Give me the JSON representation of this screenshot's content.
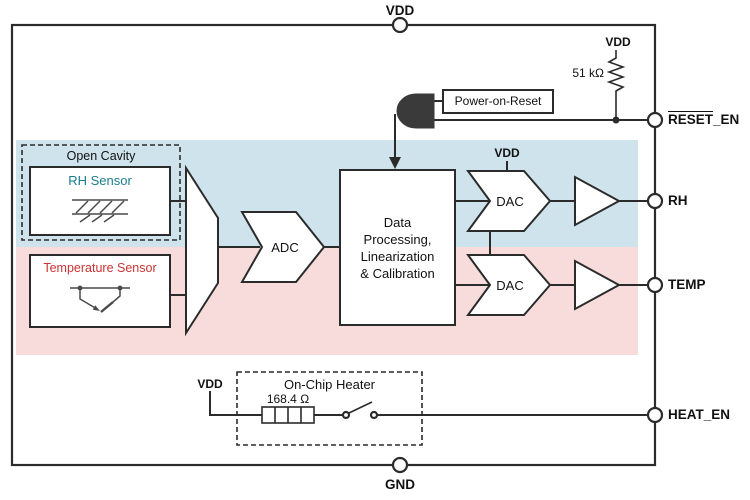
{
  "colors": {
    "band_rh": "#cfe3ec",
    "band_temp": "#f8dcdc",
    "teal": "#1b7e8f",
    "red": "#cc3333",
    "line": "#2b2b2b"
  },
  "pins": {
    "vdd_top": "VDD",
    "gnd": "GND",
    "reset_en_main": "RESET",
    "reset_en_suffix": "_EN",
    "rh": "RH",
    "temp": "TEMP",
    "heat_en": "HEAT_EN"
  },
  "por": {
    "label": "Power-on-Reset",
    "vdd_label": "VDD",
    "resistor_value": "51 kΩ"
  },
  "sensors": {
    "open_cavity_label": "Open Cavity",
    "rh_sensor_label": "RH Sensor",
    "temp_sensor_label": "Temperature Sensor"
  },
  "signal_chain": {
    "adc_label": "ADC",
    "processing_lines": [
      "Data",
      "Processing,",
      "Linearization",
      "& Calibration"
    ],
    "dac_vdd_label": "VDD",
    "dac_rh_label": "DAC",
    "dac_temp_label": "DAC"
  },
  "heater": {
    "title": "On-Chip Heater",
    "resistance": "168.4 Ω",
    "vdd_label": "VDD"
  }
}
